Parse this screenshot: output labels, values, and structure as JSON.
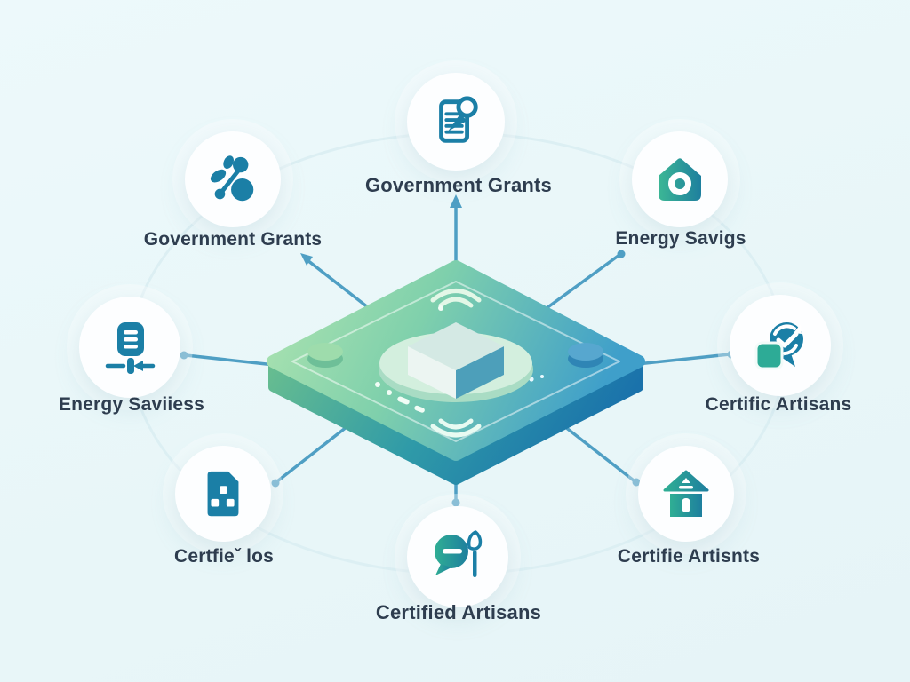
{
  "diagram": {
    "type": "hub-and-spoke-infographic",
    "center_object": "isometric-platform-with-cube",
    "nodes": [
      {
        "position": "top",
        "label": "Government Grants",
        "icon": "document-search-icon"
      },
      {
        "position": "upper-left",
        "label": "Government Grants",
        "icon": "plant-growth-icon"
      },
      {
        "position": "upper-right",
        "label": "Energy Savigs",
        "icon": "house-lens-icon"
      },
      {
        "position": "middle-left",
        "label": "Energy Saviiess",
        "icon": "charging-plug-icon"
      },
      {
        "position": "middle-right",
        "label": "Certific Artisans",
        "icon": "sync-check-icon"
      },
      {
        "position": "bottom-left",
        "label": "Certfieˇ los",
        "icon": "document-blocks-icon"
      },
      {
        "position": "bottom-center",
        "label": "Certified Artisans",
        "icon": "chat-brush-icon"
      },
      {
        "position": "bottom-right",
        "label": "Certifie Artisnts",
        "icon": "house-door-icon"
      }
    ],
    "colors": {
      "background": "#eaf7f9",
      "node_circle": "#fdfeff",
      "icon_teal": "#1b7fa6",
      "icon_green": "#2dab96",
      "connector": "#4f9fc4",
      "label_text": "#2e3d4f",
      "platform_green": "#a9e3ae",
      "platform_blue": "#2e8fc4"
    }
  }
}
